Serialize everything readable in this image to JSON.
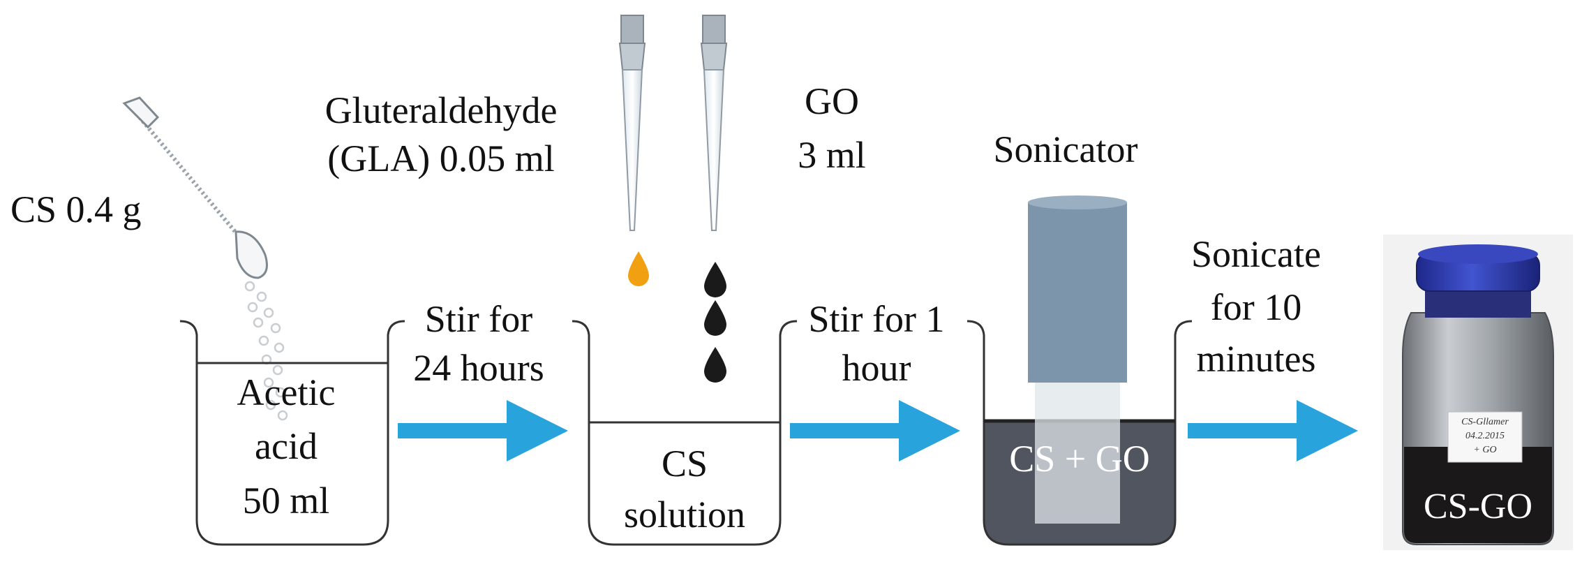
{
  "labels": {
    "cs_amount": "CS 0.4 g",
    "gla_line1": "Gluteraldehyde",
    "gla_line2": "(GLA) 0.05 ml",
    "go_line1": "GO",
    "go_line2": "3 ml",
    "sonicator": "Sonicator"
  },
  "steps": {
    "step1_line1": "Stir for",
    "step1_line2": "24 hours",
    "step2_line1": "Stir for 1",
    "step2_line2": "hour",
    "step3_line1": "Sonicate",
    "step3_line2": "for 10",
    "step3_line3": "minutes"
  },
  "beakers": {
    "beaker1_line1": "Acetic",
    "beaker1_line2": "acid",
    "beaker1_line3": "50 ml",
    "beaker2_line1": "CS",
    "beaker2_line2": "solution",
    "beaker3_label": "CS + GO"
  },
  "product": {
    "label": "CS-GO",
    "jar_sticker_line1": "CS-Gllamer",
    "jar_sticker_line2": "04.2.2015",
    "jar_sticker_line3": "+ GO"
  },
  "colors": {
    "arrow": "#29a3dc",
    "gla_drop": "#f0a010",
    "go_drop": "#1a1a1a",
    "sonicator_probe": "#7d95aa",
    "cap": "#2a37a6",
    "solution_dark": "#505560"
  },
  "icons": [
    "spatula-icon",
    "pipette-icon",
    "drop-icon",
    "beaker-icon",
    "sonicator-icon",
    "jar-icon",
    "arrow-icon"
  ]
}
